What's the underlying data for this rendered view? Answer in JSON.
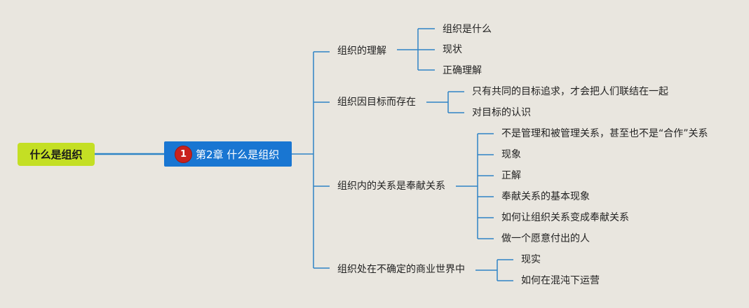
{
  "colors": {
    "background": "#e9e6df",
    "root_fill": "#c4df24",
    "center_fill": "#1976d2",
    "line": "#2f84c6",
    "badge": "#c9221d"
  },
  "root": {
    "label": "什么是组织"
  },
  "center": {
    "badge": "1",
    "label": "第2章 什么是组织"
  },
  "branches": [
    {
      "label": "组织的理解",
      "children": [
        "组织是什么",
        "现状",
        "正确理解"
      ]
    },
    {
      "label": "组织因目标而存在",
      "children": [
        "只有共同的目标追求，才会把人们联结在一起",
        "对目标的认识"
      ]
    },
    {
      "label": "组织内的关系是奉献关系",
      "children": [
        "不是管理和被管理关系，甚至也不是“合作”关系",
        "现象",
        "正解",
        "奉献关系的基本现象",
        "如何让组织关系变成奉献关系",
        "做一个愿意付出的人"
      ]
    },
    {
      "label": "组织处在不确定的商业世界中",
      "children": [
        "现实",
        "如何在混沌下运营"
      ]
    }
  ]
}
